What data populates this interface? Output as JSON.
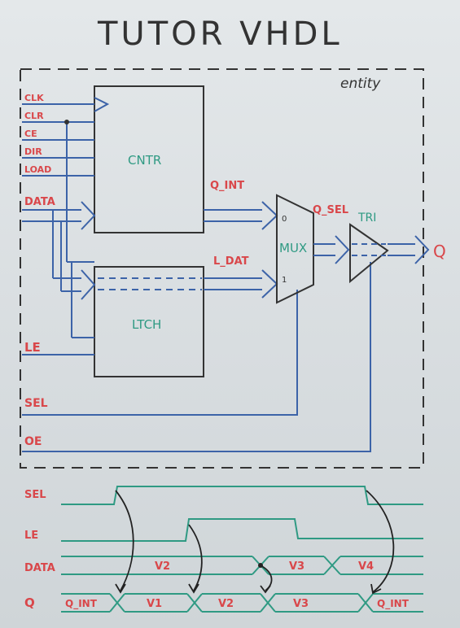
{
  "title": "TUTOR VHDL",
  "entity_label": "entity",
  "blocks": {
    "cntr": "CNTR",
    "ltch": "LTCH",
    "mux": "MUX",
    "tri": "TRI",
    "mux_in0": "0",
    "mux_in1": "1"
  },
  "inputs": [
    "CLK",
    "CLR",
    "CE",
    "DIR",
    "LOAD",
    "DATA",
    "LE",
    "SEL",
    "OE"
  ],
  "signals": {
    "q_int": "Q_INT",
    "l_dat": "L_DAT",
    "q_sel": "Q_SEL",
    "output": "Q"
  },
  "timing": {
    "rows": [
      "SEL",
      "LE",
      "DATA",
      "Q"
    ],
    "data_values": [
      "V2",
      "V3",
      "V4"
    ],
    "q_values": [
      "Q_INT",
      "V1",
      "V2",
      "V3",
      "Q_INT"
    ]
  },
  "colors": {
    "red": "#d9474a",
    "green": "#2f9a83",
    "blue": "#3c63a8",
    "black": "#333333"
  }
}
